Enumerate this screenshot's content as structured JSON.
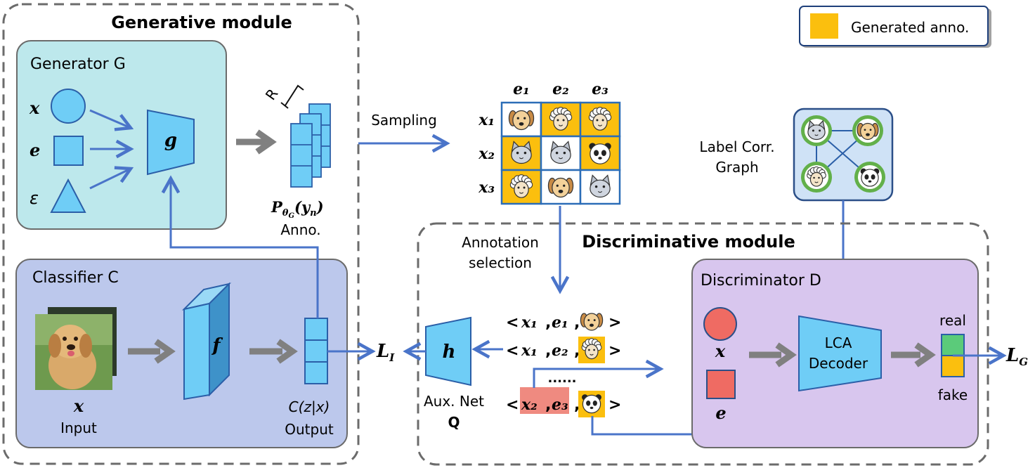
{
  "legend": {
    "label": "Generated anno.",
    "swatch_color": "#FBBF0E"
  },
  "generative": {
    "title": "Generative module",
    "generator_title": "Generator G",
    "inputs": [
      "x",
      "e",
      "ε"
    ],
    "g_label": "g",
    "r_label": "R",
    "prob_label": "P",
    "prob_sub": "θ",
    "prob_sub2": "G",
    "prob_arg": "(y",
    "prob_arg_sub": "n",
    "prob_close": ")",
    "anno_label": "Anno."
  },
  "classifier": {
    "title": "Classifier C",
    "f_label": "f",
    "input_var": "x",
    "input_label": "Input",
    "output_formula": "C(z|x)",
    "output_label": "Output"
  },
  "loss_i": {
    "main": "L",
    "sub": "I"
  },
  "loss_g": {
    "main": "L",
    "sub": "G"
  },
  "sampling": {
    "label": "Sampling",
    "col_headers": [
      "e1",
      "e2",
      "e3"
    ],
    "row_headers": [
      "x1",
      "x2",
      "x3"
    ],
    "cells": [
      [
        "dog",
        "sheep",
        "sheep"
      ],
      [
        "cat",
        "cat",
        "panda"
      ],
      [
        "sheep",
        "dog",
        "cat"
      ]
    ],
    "highlight": [
      [
        false,
        true,
        true
      ],
      [
        true,
        false,
        true
      ],
      [
        true,
        false,
        false
      ]
    ]
  },
  "label_graph": {
    "line1": "Label Corr.",
    "line2": "Graph",
    "nodes": [
      "cat",
      "dog",
      "sheep",
      "panda"
    ]
  },
  "discriminative": {
    "title": "Discriminative module",
    "selection_line1": "Annotation",
    "selection_line2": "selection",
    "aux_label": "Aux. Net",
    "aux_q": "Q",
    "h_label": "h",
    "pairs": [
      {
        "x": "x1",
        "e": "e1",
        "animal": "dog",
        "generated": false
      },
      {
        "x": "x1",
        "e": "e2",
        "animal": "sheep",
        "generated": true
      },
      {
        "x": "x2",
        "e": "e3",
        "animal": "panda",
        "generated": true
      }
    ],
    "ellipsis": "......",
    "discriminator_title": "Discriminator D",
    "disc_inputs": [
      "x",
      "e"
    ],
    "decoder_line1": "LCA",
    "decoder_line2": "Decoder",
    "real_label": "real",
    "fake_label": "fake",
    "real_color": "#5BCB7A",
    "fake_color": "#FBBF0E"
  },
  "colors": {
    "generator_bg": "#BDE8EC",
    "classifier_bg": "#BCC8EC",
    "discriminator_bg": "#D8C6EE",
    "shape_fill": "#6FCDF6",
    "arrow_blue": "#4A74C9",
    "arrow_gray": "#808080",
    "cell_border": "#2B6DB7",
    "red_shape": "#EF6B63"
  }
}
